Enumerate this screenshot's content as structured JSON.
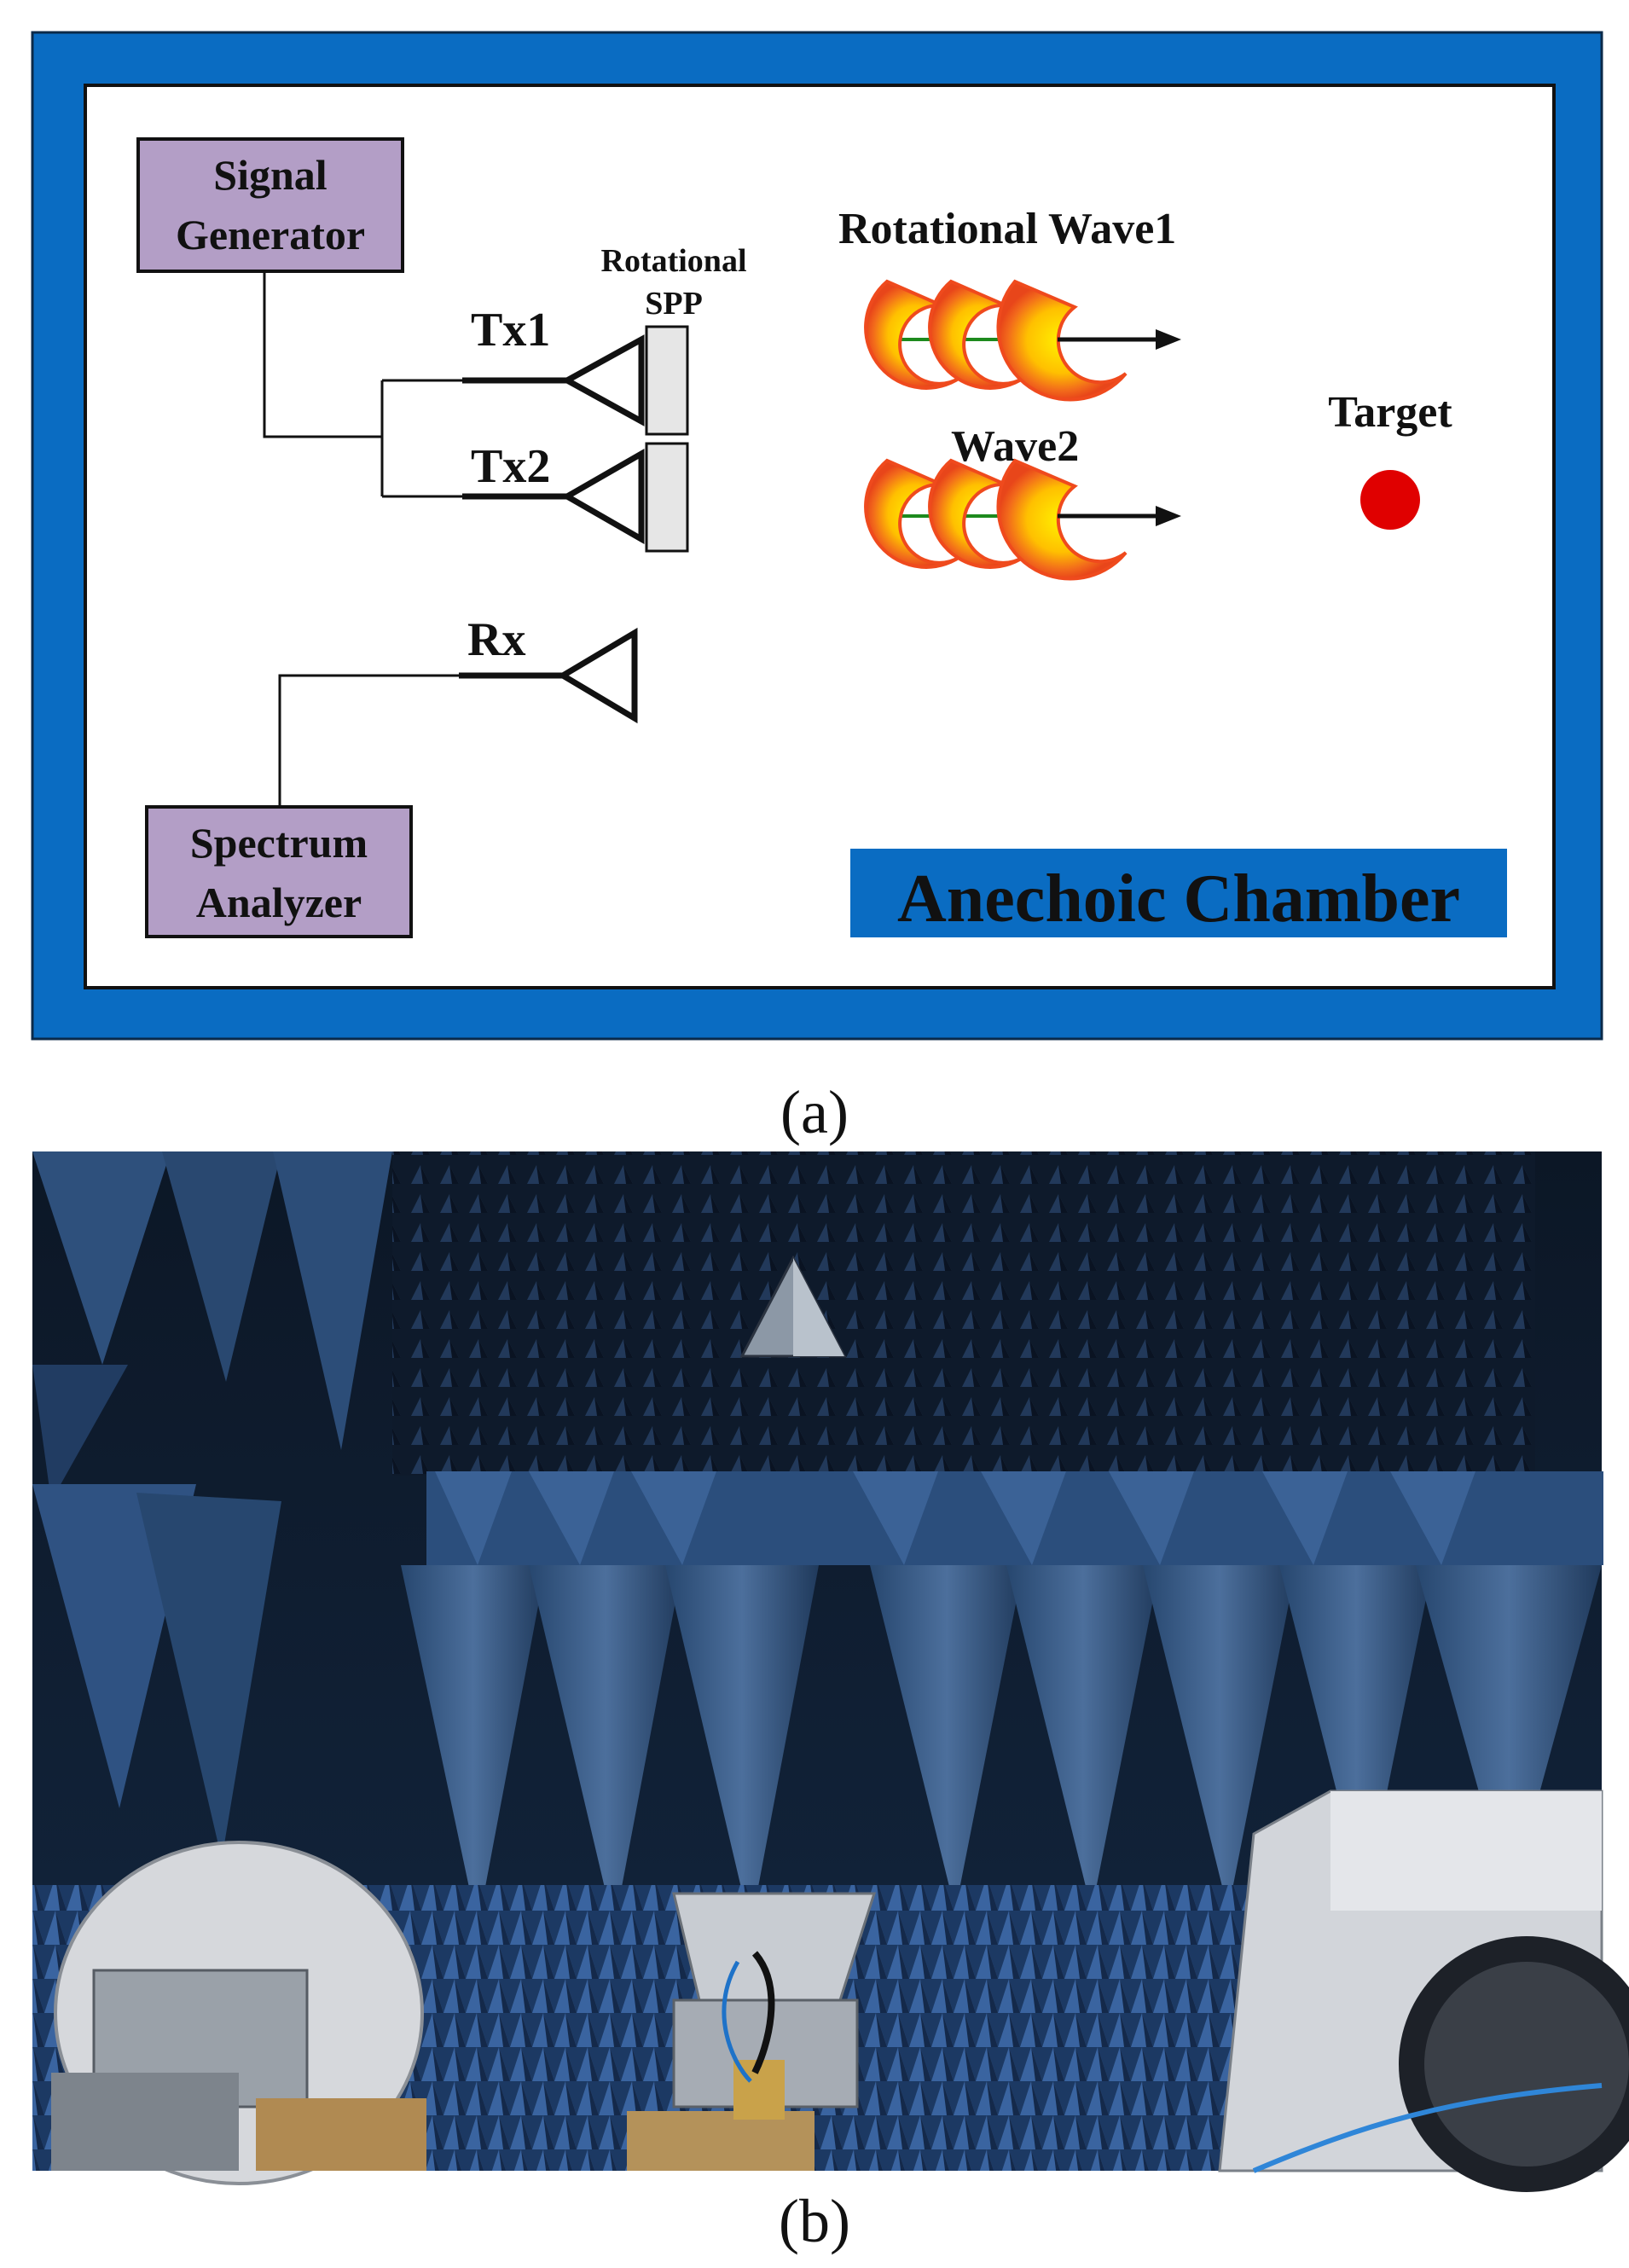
{
  "panel_a": {
    "caption": "(a)",
    "title": "Anechoic Chamber",
    "signal_generator": [
      "Signal",
      "Generator"
    ],
    "spectrum_analyzer": [
      "Spectrum",
      "Analyzer"
    ],
    "tx1": "Tx1",
    "tx2": "Tx2",
    "rx": "Rx",
    "spp": [
      "Rotational",
      "SPP"
    ],
    "wave1": "Rotational Wave1",
    "wave2": "Wave2",
    "target": "Target",
    "colors": {
      "border_blue": "#0a6cc2",
      "box_fill": "#b39ec6",
      "target_red": "#e00000",
      "wave_outer": "#f05a1e",
      "wave_inner": "#ffd400"
    }
  },
  "panel_b": {
    "caption": "(b)",
    "scene": "anechoic-chamber-photo"
  }
}
